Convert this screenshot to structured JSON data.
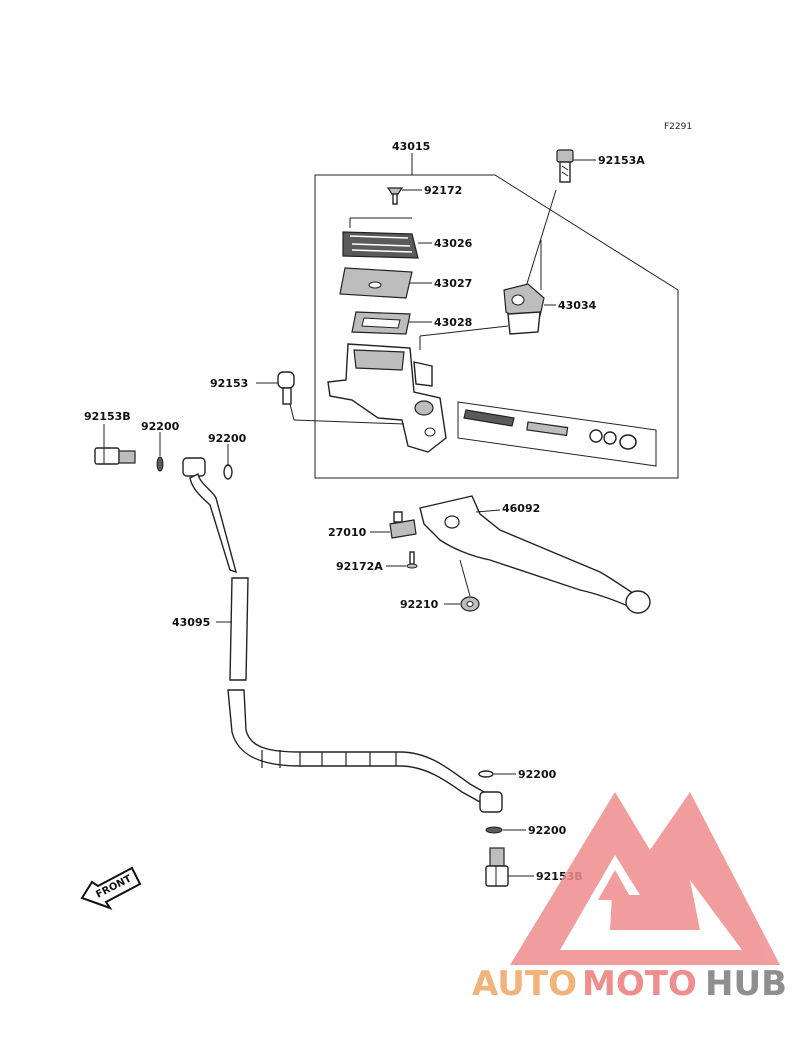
{
  "diagram": {
    "code": "F2291",
    "direction_label": "FRONT",
    "parts": {
      "p43015": "43015",
      "p92153a": "92153A",
      "p92172": "92172",
      "p43026": "43026",
      "p43027": "43027",
      "p43034": "43034",
      "p43028": "43028",
      "p92153": "92153",
      "p92153b_top": "92153B",
      "p92200_a": "92200",
      "p92200_b": "92200",
      "p46092": "46092",
      "p27010": "27010",
      "p92172a": "92172A",
      "p92210": "92210",
      "p43095": "43095",
      "p92200_c": "92200",
      "p92200_d": "92200",
      "p92153b_bottom": "92153B"
    }
  },
  "watermark": {
    "part1": "AUTO",
    "part2": "MOTO",
    "part3": "HUB",
    "colors": {
      "auto": "#f2b27a",
      "moto": "#f08d8d",
      "hub": "#8f8f8f",
      "logo": "#f08d8d"
    }
  }
}
